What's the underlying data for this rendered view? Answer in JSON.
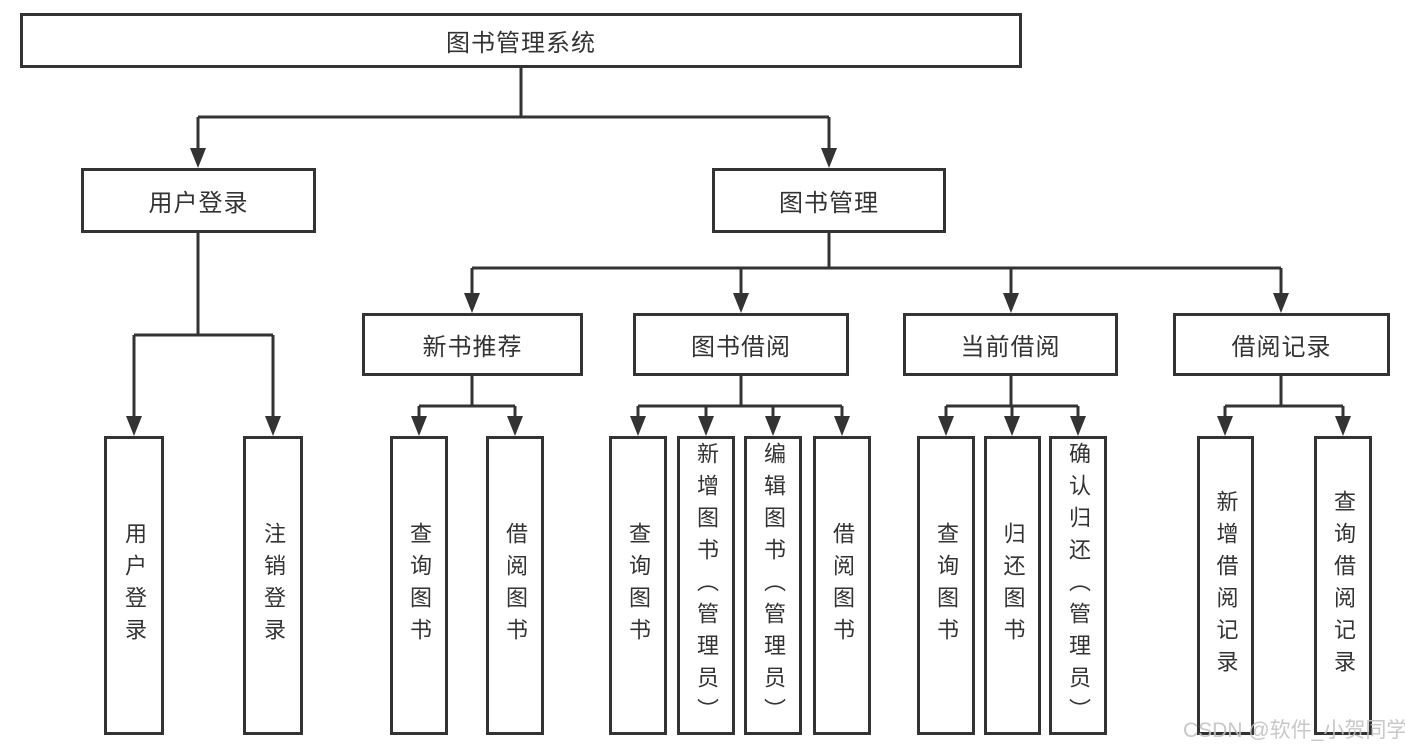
{
  "nodes": {
    "root": "图书管理系统",
    "user_login": "用户登录",
    "book_mgmt": "图书管理",
    "new_book_rec": "新书推荐",
    "book_borrow": "图书借阅",
    "current_borrow": "当前借阅",
    "borrow_record": "借阅记录",
    "l_user_login": "用户登录",
    "l_logout": "注销登录",
    "l_nb_query": "查询图书",
    "l_nb_borrow": "借阅图书",
    "l_bb_query": "查询图书",
    "l_bb_add": "新增图书（管理员）",
    "l_bb_edit": "编辑图书（管理员）",
    "l_bb_borrow": "借阅图书",
    "l_cb_query": "查询图书",
    "l_cb_return": "归还图书",
    "l_cb_confirm": "确认归还（管理员）",
    "l_br_add": "新增借阅记录",
    "l_br_query": "查询借阅记录"
  },
  "watermark": {
    "text": "CSDN @软件_小贺同学",
    "color": "#c3c3c3"
  },
  "colors": {
    "line": "#333333",
    "text": "#333333",
    "background": "#ffffff"
  }
}
